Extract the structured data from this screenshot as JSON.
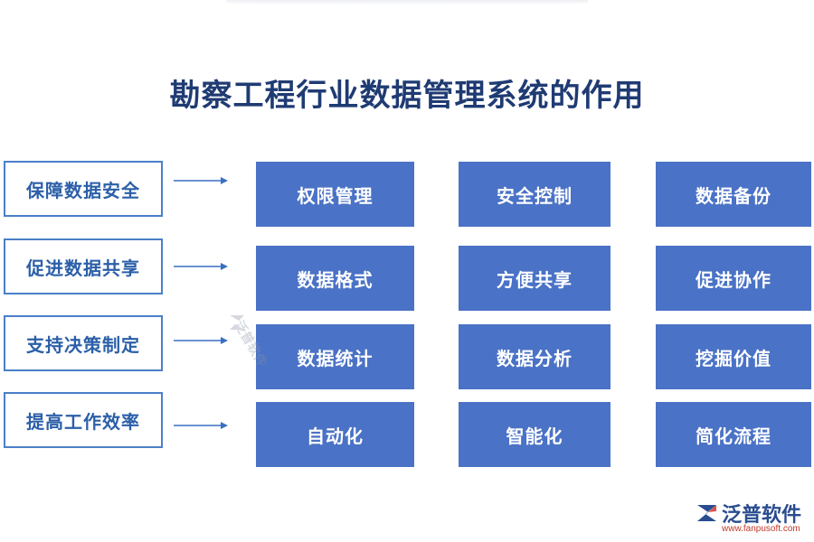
{
  "title": "勘察工程行业数据管理系统的作用",
  "left_items": [
    "保障数据安全",
    "促进数据共享",
    "支持决策制定",
    "提高工作效率"
  ],
  "grid": [
    [
      "权限管理",
      "安全控制",
      "数据备份"
    ],
    [
      "数据格式",
      "方便共享",
      "促进协作"
    ],
    [
      "数据统计",
      "数据分析",
      "挖掘价值"
    ],
    [
      "自动化",
      "智能化",
      "简化流程"
    ]
  ],
  "watermark": "泛普软件",
  "logo": {
    "name": "泛普软件",
    "url": "www.fanpusoft.com"
  },
  "colors": {
    "title": "#1f3b73",
    "box_border": "#4a7fc9",
    "cell": "#4a72c6",
    "arrow": "#3a6fc4"
  }
}
